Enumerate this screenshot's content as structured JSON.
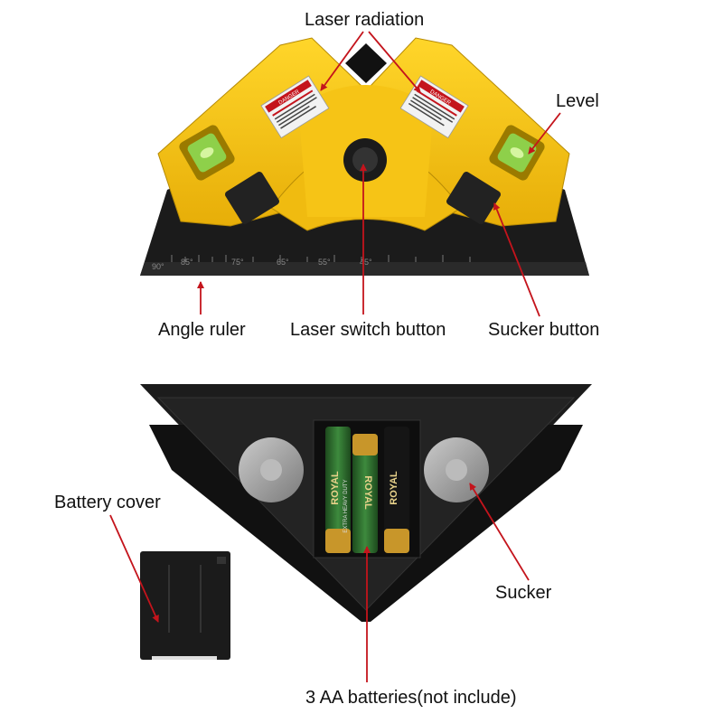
{
  "labels": {
    "laser_radiation": "Laser radiation",
    "level": "Level",
    "angle_ruler": "Angle ruler",
    "laser_switch_button": "Laser switch button",
    "sucker_button": "Sucker button",
    "battery_cover": "Battery cover",
    "sucker": "Sucker",
    "batteries": "3 AA batteries(not include)"
  },
  "ruler_ticks": [
    "90°",
    "85°",
    "75°",
    "65°",
    "55°",
    "45°"
  ],
  "warning_label": "DANGER",
  "battery_brand": "ROYAL",
  "battery_sub": "EXTRA HEAVY DUTY",
  "colors": {
    "body_yellow": "#f6c416",
    "body_black": "#1b1b1b",
    "arrow_red": "#c4141c",
    "battery_green": "#2d6a2d",
    "battery_gold": "#c8962a"
  }
}
